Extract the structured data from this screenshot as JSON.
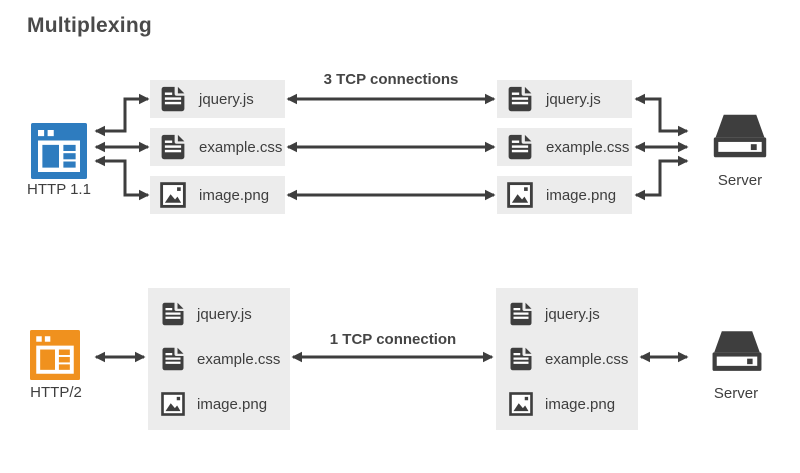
{
  "title": "Multiplexing",
  "colors": {
    "client_http11": "#2e7cbf",
    "client_http2": "#f0911e",
    "dark": "#3e3e3e",
    "box_background": "#ececec"
  },
  "http11": {
    "client_label": "HTTP 1.1",
    "connection_label": "3 TCP connections",
    "server_label": "Server",
    "files": [
      {
        "name": "jquery.js",
        "icon": "document-icon"
      },
      {
        "name": "example.css",
        "icon": "document-icon"
      },
      {
        "name": "image.png",
        "icon": "image-icon"
      }
    ]
  },
  "http2": {
    "client_label": "HTTP/2",
    "connection_label": "1 TCP connection",
    "server_label": "Server",
    "files": [
      {
        "name": "jquery.js",
        "icon": "document-icon"
      },
      {
        "name": "example.css",
        "icon": "document-icon"
      },
      {
        "name": "image.png",
        "icon": "image-icon"
      }
    ]
  }
}
